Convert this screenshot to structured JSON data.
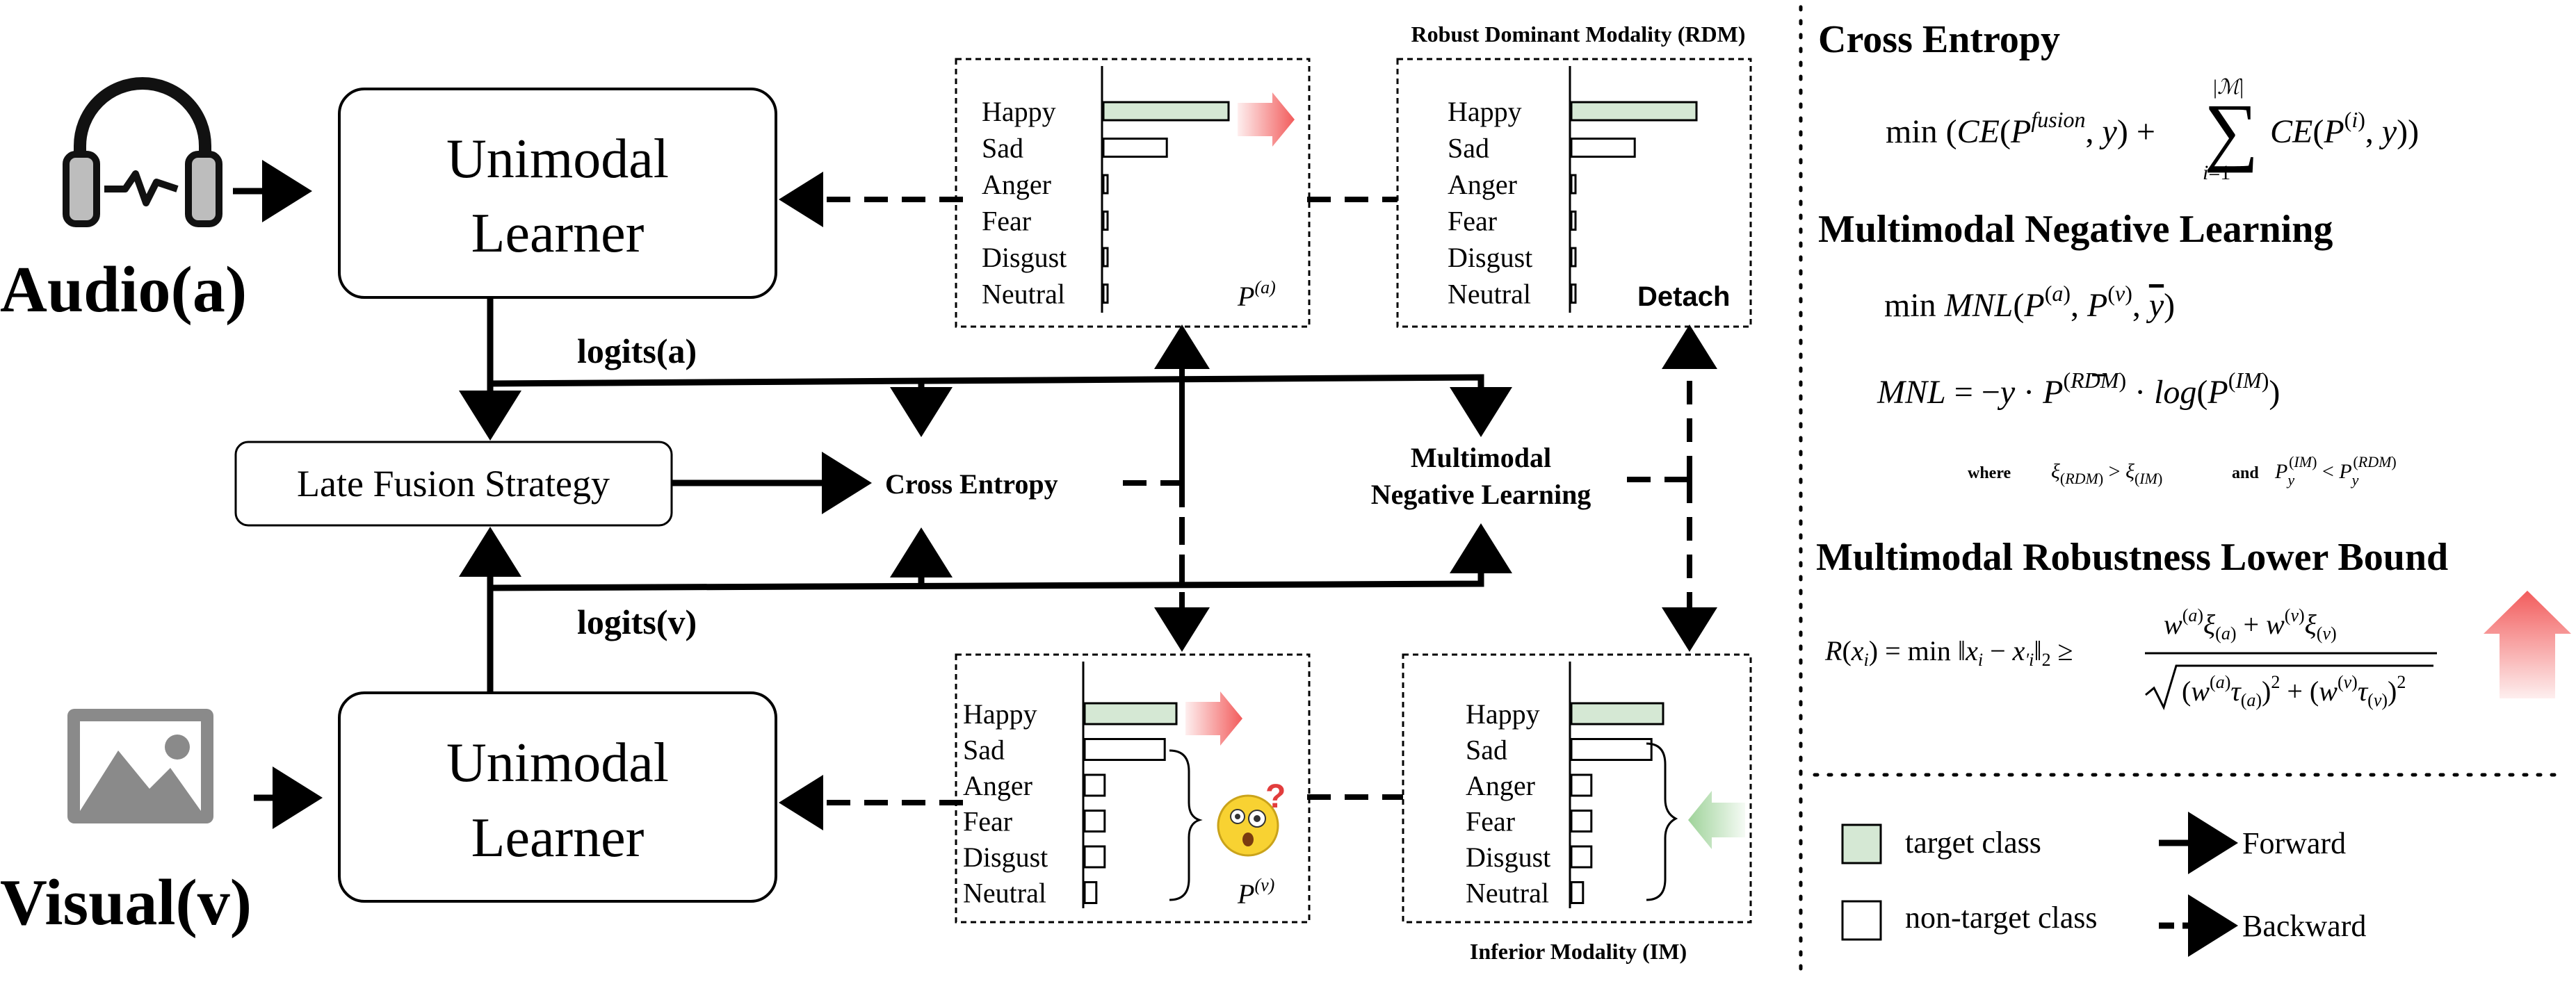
{
  "inputs": {
    "audio_label": "Audio(a)",
    "visual_label": "Visual(v)"
  },
  "learners": {
    "top_line1": "Unimodal",
    "top_line2": "Learner",
    "bottom_line1": "Unimodal",
    "bottom_line2": "Learner"
  },
  "fusion": {
    "label": "Late Fusion Strategy",
    "logits_a": "logits(a)",
    "logits_v": "logits(v)",
    "cross_entropy": "Cross Entropy",
    "mnl_line1": "Multimodal",
    "mnl_line2": "Negative Learning"
  },
  "panels": {
    "rdm_title": "Robust Dominant Modality (RDM)",
    "im_title": "Inferior Modality (IM)",
    "detach": "Detach",
    "p_a": "P",
    "p_a_sup": "(a)",
    "p_v": "P",
    "p_v_sup": "(v)",
    "classes": [
      "Happy",
      "Sad",
      "Anger",
      "Fear",
      "Disgust",
      "Neutral"
    ],
    "probs": {
      "audio": [
        0.75,
        0.38,
        0.02,
        0.02,
        0.02,
        0.02
      ],
      "rdm": [
        0.75,
        0.38,
        0.02,
        0.02,
        0.02,
        0.02
      ],
      "visual": [
        0.55,
        0.48,
        0.12,
        0.12,
        0.12,
        0.07
      ],
      "im": [
        0.55,
        0.48,
        0.12,
        0.12,
        0.12,
        0.07
      ]
    },
    "target_color": "#d5e8d4",
    "arrow_color": "#f25c5c",
    "green_arrow_color": "#9fd39a"
  },
  "right": {
    "ce_title": "Cross Entropy",
    "mnl_title": "Multimodal Negative Learning",
    "mrlb_title": "Multimodal Robustness Lower Bound",
    "where_label": "where",
    "and_label": "and"
  },
  "legend": {
    "target": "target class",
    "non_target": "non-target class",
    "forward": "Forward",
    "backward": "Backward"
  }
}
